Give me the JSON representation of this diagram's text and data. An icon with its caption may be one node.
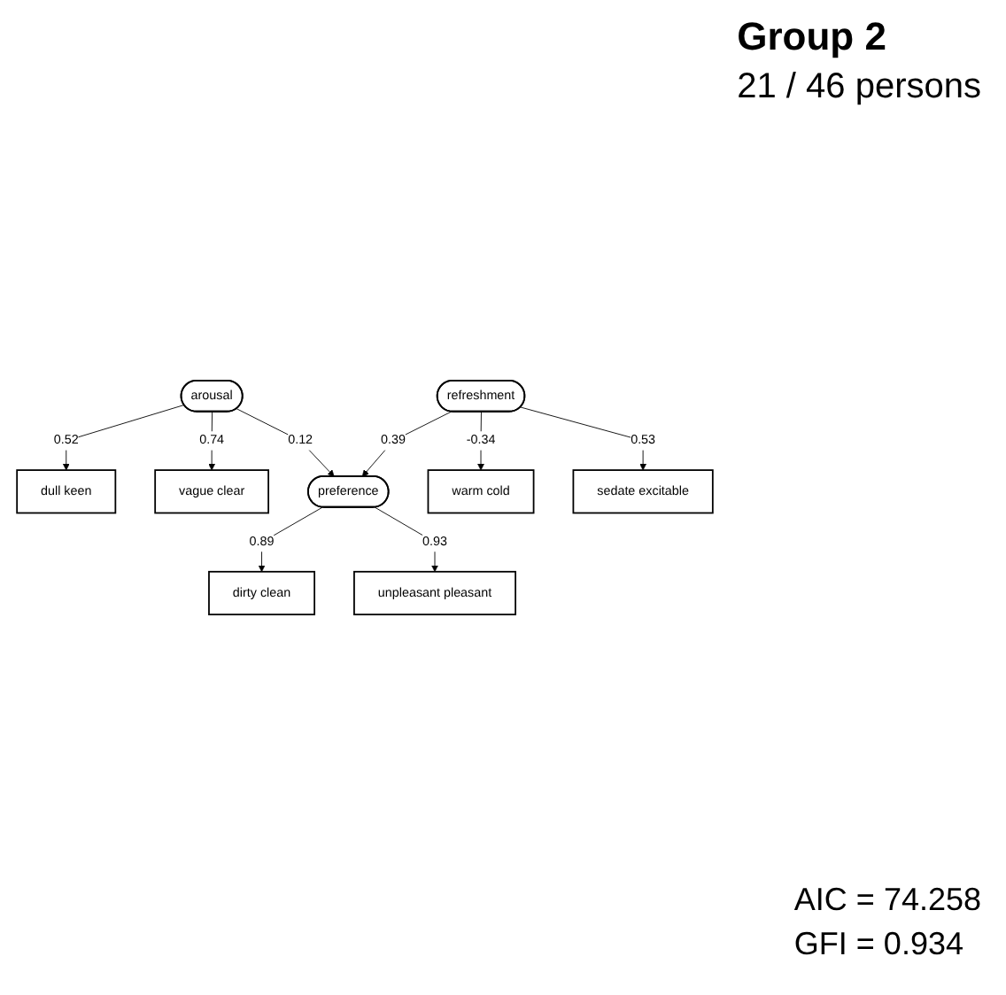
{
  "diagram": {
    "title": "Group 2",
    "nodes": [
      {
        "text": [
          "dull keen"
        ]
      },
      {
        "text": [
          "vague clear"
        ]
      },
      {
        "text": [
          "arousal"
        ]
      },
      {
        "text": [
          "dirty clean"
        ]
      },
      {
        "text": [
          "unpleasant pleasant"
        ]
      },
      {
        "text": [
          "preference"
        ]
      },
      {
        "text": [
          "refreshment"
        ]
      },
      {
        "text": [
          "warm cold"
        ]
      },
      {
        "text": [
          "sedate excitable"
        ]
      }
    ],
    "edges": [
      {
        "from": 2,
        "to": 0,
        "arrow": "to",
        "label": "0.52"
      },
      {
        "from": 2,
        "to": 1,
        "arrow": "to",
        "label": "0.74"
      },
      {
        "from": 5,
        "to": 3,
        "arrow": "to",
        "label": "0.89"
      },
      {
        "from": 5,
        "to": 4,
        "arrow": "to",
        "label": "0.93"
      },
      {
        "from": 2,
        "to": 5,
        "arrow": "to",
        "label": "0.12"
      },
      {
        "from": 6,
        "to": 5,
        "arrow": "to",
        "label": "0.39"
      },
      {
        "from": 6,
        "to": 7,
        "arrow": "to",
        "label": "-0.34"
      },
      {
        "from": 6,
        "to": 8,
        "arrow": "to",
        "label": "0.53"
      }
    ],
    "labels": [
      "21 / 46 persons",
      "AIC = 74.258",
      "GFI = 0.934"
    ]
  }
}
